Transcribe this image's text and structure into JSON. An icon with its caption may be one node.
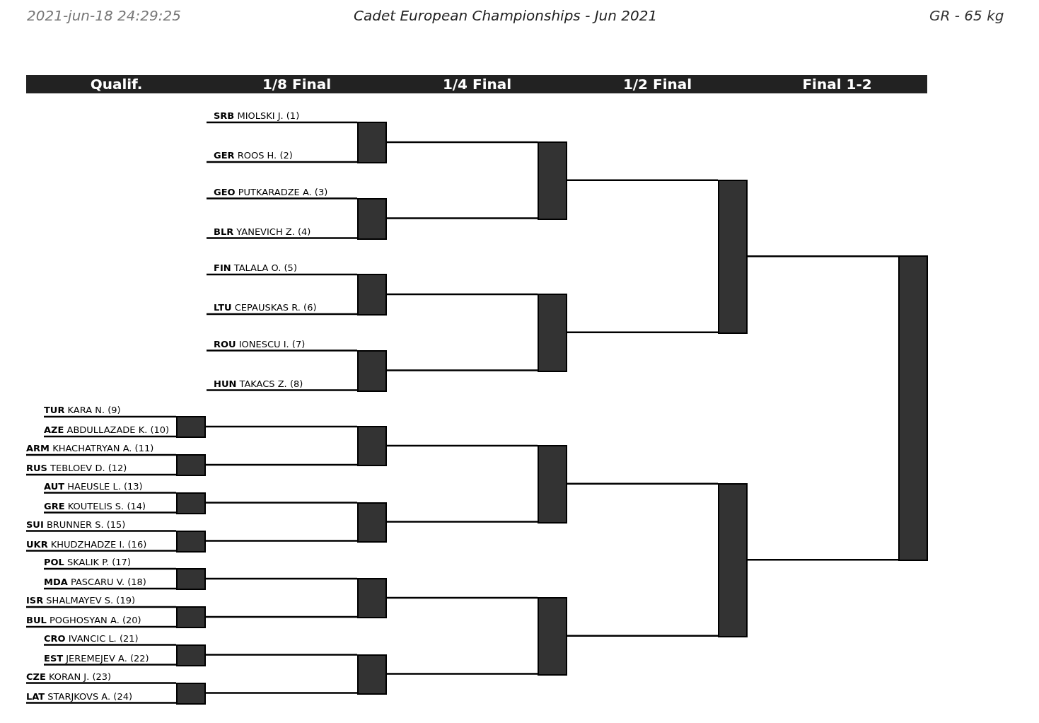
{
  "diagram": {
    "title": "Cadet European Championships - Jun 2021",
    "labels": [
      "2021-jun-18 24:29:25",
      "GR - 65 kg",
      "Qualif.",
      "1/8 Final",
      "1/4 Final",
      "1/2 Final",
      "Final 1-2"
    ],
    "nodes": [
      {
        "text": [
          "**SRB** MIOLSKI J. (1)"
        ]
      },
      {
        "text": [
          "**GER** ROOS H. (2)"
        ]
      },
      {
        "text": [
          "**GEO** PUTKARADZE A. (3)"
        ]
      },
      {
        "text": [
          "**BLR** YANEVICH Z. (4)"
        ]
      },
      {
        "text": [
          "**FIN** TALALA O. (5)"
        ]
      },
      {
        "text": [
          "**LTU** CEPAUSKAS R. (6)"
        ]
      },
      {
        "text": [
          "**ROU** IONESCU I. (7)"
        ]
      },
      {
        "text": [
          "**HUN** TAKACS Z. (8)"
        ]
      },
      {
        "text": [
          "**TUR** KARA N. (9)"
        ]
      },
      {
        "text": [
          "**AZE** ABDULLAZADE K. (10)"
        ]
      },
      {
        "text": [
          "**ARM** KHACHATRYAN A. (11)"
        ]
      },
      {
        "text": [
          "**RUS** TEBLOEV D. (12)"
        ]
      },
      {
        "text": [
          "**AUT** HAEUSLE L. (13)"
        ]
      },
      {
        "text": [
          "**GRE** KOUTELIS S. (14)"
        ]
      },
      {
        "text": [
          "**SUI** BRUNNER S. (15)"
        ]
      },
      {
        "text": [
          "**UKR** KHUDZHADZE I. (16)"
        ]
      },
      {
        "text": [
          "**POL** SKALIK P. (17)"
        ]
      },
      {
        "text": [
          "**MDA** PASCARU V. (18)"
        ]
      },
      {
        "text": [
          "**ISR** SHALMAYEV S. (19)"
        ]
      },
      {
        "text": [
          "**BUL** POGHOSYAN A. (20)"
        ]
      },
      {
        "text": [
          "**CRO** IVANCIC L. (21)"
        ]
      },
      {
        "text": [
          "**EST** JEREMEJEV A. (22)"
        ]
      },
      {
        "text": [
          "**CZE** KORAN J. (23)"
        ]
      },
      {
        "text": [
          "**LAT** STARJKOVS A. (24)"
        ]
      },
      {
        "text": [],
        "shape": "bar"
      },
      {
        "text": [],
        "shape": "bar"
      },
      {
        "text": [],
        "shape": "bar"
      },
      {
        "text": [],
        "shape": "bar"
      },
      {
        "text": [],
        "shape": "bar"
      },
      {
        "text": [],
        "shape": "bar"
      },
      {
        "text": [],
        "shape": "bar"
      },
      {
        "text": [],
        "shape": "bar"
      },
      {
        "text": [],
        "shape": "bar"
      },
      {
        "text": [],
        "shape": "bar"
      },
      {
        "text": [],
        "shape": "bar"
      },
      {
        "text": [],
        "shape": "bar"
      },
      {
        "text": [],
        "shape": "bar"
      },
      {
        "text": [],
        "shape": "bar"
      },
      {
        "text": [],
        "shape": "bar"
      },
      {
        "text": [],
        "shape": "bar"
      },
      {
        "text": [],
        "shape": "bar"
      },
      {
        "text": [],
        "shape": "bar"
      },
      {
        "text": [],
        "shape": "bar"
      },
      {
        "text": [],
        "shape": "bar"
      },
      {
        "text": [],
        "shape": "bar"
      },
      {
        "text": [],
        "shape": "bar"
      },
      {
        "text": [],
        "shape": "bar"
      }
    ],
    "edges": [
      {
        "from": 0,
        "to": 24,
        "arrow": "none"
      },
      {
        "from": 1,
        "to": 24,
        "arrow": "none"
      },
      {
        "from": 2,
        "to": 25,
        "arrow": "none"
      },
      {
        "from": 3,
        "to": 25,
        "arrow": "none"
      },
      {
        "from": 4,
        "to": 26,
        "arrow": "none"
      },
      {
        "from": 5,
        "to": 26,
        "arrow": "none"
      },
      {
        "from": 6,
        "to": 27,
        "arrow": "none"
      },
      {
        "from": 7,
        "to": 27,
        "arrow": "none"
      },
      {
        "from": 8,
        "to": 28,
        "arrow": "none"
      },
      {
        "from": 9,
        "to": 28,
        "arrow": "none"
      },
      {
        "from": 10,
        "to": 29,
        "arrow": "none"
      },
      {
        "from": 11,
        "to": 29,
        "arrow": "none"
      },
      {
        "from": 12,
        "to": 30,
        "arrow": "none"
      },
      {
        "from": 13,
        "to": 30,
        "arrow": "none"
      },
      {
        "from": 14,
        "to": 31,
        "arrow": "none"
      },
      {
        "from": 15,
        "to": 31,
        "arrow": "none"
      },
      {
        "from": 16,
        "to": 32,
        "arrow": "none"
      },
      {
        "from": 17,
        "to": 32,
        "arrow": "none"
      },
      {
        "from": 18,
        "to": 33,
        "arrow": "none"
      },
      {
        "from": 19,
        "to": 33,
        "arrow": "none"
      },
      {
        "from": 20,
        "to": 34,
        "arrow": "none"
      },
      {
        "from": 21,
        "to": 34,
        "arrow": "none"
      },
      {
        "from": 22,
        "to": 35,
        "arrow": "none"
      },
      {
        "from": 23,
        "to": 35,
        "arrow": "none"
      },
      {
        "from": 28,
        "to": 36,
        "arrow": "none"
      },
      {
        "from": 29,
        "to": 36,
        "arrow": "none"
      },
      {
        "from": 30,
        "to": 37,
        "arrow": "none"
      },
      {
        "from": 31,
        "to": 37,
        "arrow": "none"
      },
      {
        "from": 32,
        "to": 38,
        "arrow": "none"
      },
      {
        "from": 33,
        "to": 38,
        "arrow": "none"
      },
      {
        "from": 34,
        "to": 39,
        "arrow": "none"
      },
      {
        "from": 35,
        "to": 39,
        "arrow": "none"
      },
      {
        "from": 24,
        "to": 40,
        "arrow": "none"
      },
      {
        "from": 25,
        "to": 40,
        "arrow": "none"
      },
      {
        "from": 26,
        "to": 41,
        "arrow": "none"
      },
      {
        "from": 27,
        "to": 41,
        "arrow": "none"
      },
      {
        "from": 36,
        "to": 42,
        "arrow": "none"
      },
      {
        "from": 37,
        "to": 42,
        "arrow": "none"
      },
      {
        "from": 38,
        "to": 43,
        "arrow": "none"
      },
      {
        "from": 39,
        "to": 43,
        "arrow": "none"
      },
      {
        "from": 40,
        "to": 44,
        "arrow": "none"
      },
      {
        "from": 41,
        "to": 44,
        "arrow": "none"
      },
      {
        "from": 42,
        "to": 45,
        "arrow": "none"
      },
      {
        "from": 43,
        "to": 45,
        "arrow": "none"
      },
      {
        "from": 44,
        "to": 46,
        "arrow": "none"
      },
      {
        "from": 45,
        "to": 46,
        "arrow": "none"
      }
    ]
  }
}
